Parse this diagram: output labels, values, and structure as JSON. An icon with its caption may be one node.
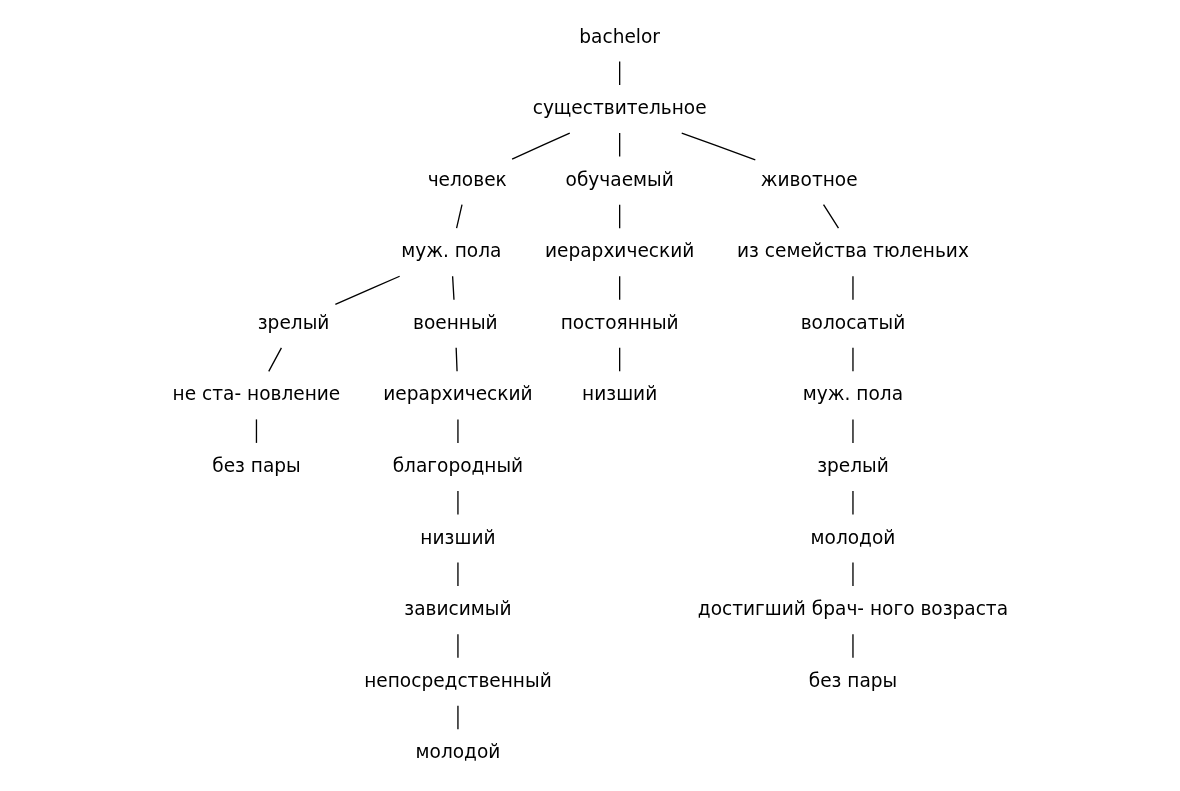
{
  "diagram": {
    "nodes": [
      {
        "text": [
          "bachelor"
        ]
      },
      {
        "text": [
          "существительное"
        ]
      },
      {
        "text": [
          "человек"
        ]
      },
      {
        "text": [
          "обучаемый"
        ]
      },
      {
        "text": [
          "животное"
        ]
      },
      {
        "text": [
          "муж. пола"
        ]
      },
      {
        "text": [
          "иерархический"
        ]
      },
      {
        "text": [
          "из семейства тюленьих"
        ]
      },
      {
        "text": [
          "зрелый"
        ]
      },
      {
        "text": [
          "военный"
        ]
      },
      {
        "text": [
          "постоянный"
        ]
      },
      {
        "text": [
          "волосатый"
        ]
      },
      {
        "text": [
          "не ста- новление"
        ]
      },
      {
        "text": [
          "иерархический"
        ]
      },
      {
        "text": [
          "низший"
        ]
      },
      {
        "text": [
          "муж. пола"
        ]
      },
      {
        "text": [
          "благородный"
        ]
      },
      {
        "text": [
          "без пары"
        ]
      },
      {
        "text": [
          "зрелый"
        ]
      },
      {
        "text": [
          "низший"
        ]
      },
      {
        "text": [
          "зависимый"
        ]
      },
      {
        "text": [
          "молодой"
        ]
      },
      {
        "text": [
          "непосредственный"
        ]
      },
      {
        "text": [
          "достигший брач- ного возраста"
        ]
      },
      {
        "text": [
          "молодой"
        ]
      },
      {
        "text": [
          "без пары"
        ]
      }
    ],
    "edges": [
      {
        "from": 0,
        "to": 1,
        "arrow": "none"
      },
      {
        "from": 1,
        "to": 2,
        "arrow": "none"
      },
      {
        "from": 1,
        "to": 3,
        "arrow": "none"
      },
      {
        "from": 1,
        "to": 4,
        "arrow": "none"
      },
      {
        "from": 2,
        "to": 5,
        "arrow": "none"
      },
      {
        "from": 3,
        "to": 6,
        "arrow": "none"
      },
      {
        "from": 4,
        "to": 7,
        "arrow": "none"
      },
      {
        "from": 5,
        "to": 8,
        "arrow": "none"
      },
      {
        "from": 5,
        "to": 9,
        "arrow": "none"
      },
      {
        "from": 6,
        "to": 10,
        "arrow": "none"
      },
      {
        "from": 7,
        "to": 11,
        "arrow": "none"
      },
      {
        "from": 8,
        "to": 12,
        "arrow": "none"
      },
      {
        "from": 9,
        "to": 13,
        "arrow": "none"
      },
      {
        "from": 10,
        "to": 14,
        "arrow": "none"
      },
      {
        "from": 11,
        "to": 15,
        "arrow": "none"
      },
      {
        "from": 13,
        "to": 16,
        "arrow": "none"
      },
      {
        "from": 12,
        "to": 17,
        "arrow": "none"
      },
      {
        "from": 15,
        "to": 18,
        "arrow": "none"
      },
      {
        "from": 16,
        "to": 19,
        "arrow": "none"
      },
      {
        "from": 19,
        "to": 20,
        "arrow": "none"
      },
      {
        "from": 18,
        "to": 21,
        "arrow": "none"
      },
      {
        "from": 20,
        "to": 22,
        "arrow": "none"
      },
      {
        "from": 21,
        "to": 23,
        "arrow": "none"
      },
      {
        "from": 22,
        "to": 24,
        "arrow": "none"
      },
      {
        "from": 23,
        "to": 25,
        "arrow": "none"
      }
    ]
  }
}
